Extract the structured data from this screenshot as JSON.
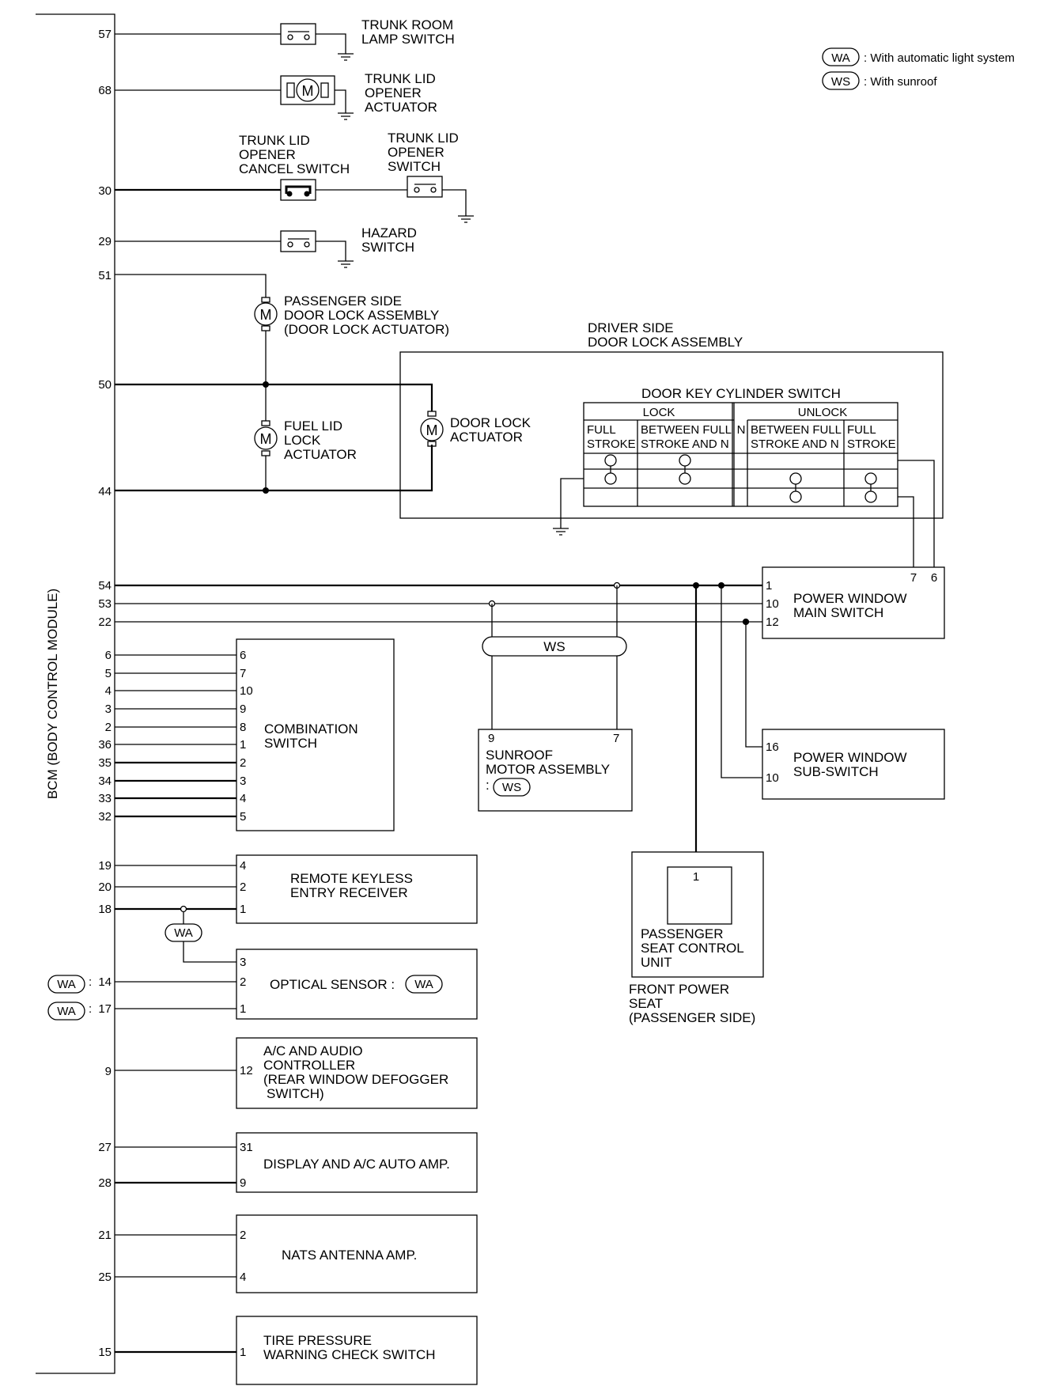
{
  "legend": {
    "wa_tag": "WA",
    "wa_text": ": With automatic light system",
    "ws_tag": "WS",
    "ws_text": ": With sunroof"
  },
  "bcm": {
    "label": "BCM (BODY CONTROL MODULE)"
  },
  "tags": {
    "wa": "WA",
    "ws": "WS",
    "colon": ":"
  },
  "bcm_pins": {
    "p57": "57",
    "p68": "68",
    "p30": "30",
    "p29": "29",
    "p51": "51",
    "p50": "50",
    "p44": "44",
    "p54": "54",
    "p53": "53",
    "p22": "22",
    "p6": "6",
    "p5": "5",
    "p4": "4",
    "p3": "3",
    "p2": "2",
    "p36": "36",
    "p35": "35",
    "p34": "34",
    "p33": "33",
    "p32": "32",
    "p19": "19",
    "p20": "20",
    "p18": "18",
    "p14": "14",
    "p17": "17",
    "p9": "9",
    "p27": "27",
    "p28": "28",
    "p21": "21",
    "p25": "25",
    "p15": "15"
  },
  "components": {
    "trunk_room_lamp_switch": [
      "TRUNK ROOM",
      "LAMP SWITCH"
    ],
    "trunk_lid_opener_actuator": [
      "TRUNK LID",
      "OPENER",
      "ACTUATOR"
    ],
    "trunk_lid_opener_cancel_switch": [
      "TRUNK LID",
      "OPENER",
      "CANCEL SWITCH"
    ],
    "trunk_lid_opener_switch": [
      "TRUNK LID",
      "OPENER",
      "SWITCH"
    ],
    "hazard_switch": [
      "HAZARD",
      "SWITCH"
    ],
    "passenger_door_lock": [
      "PASSENGER SIDE",
      "DOOR LOCK ASSEMBLY",
      "(DOOR LOCK ACTUATOR)"
    ],
    "fuel_lid_lock_actuator": [
      "FUEL LID",
      "LOCK",
      "ACTUATOR"
    ],
    "driver_door_lock_assembly": [
      "DRIVER SIDE",
      "DOOR LOCK ASSEMBLY"
    ],
    "door_lock_actuator": [
      "DOOR LOCK",
      "ACTUATOR"
    ],
    "door_key_cylinder_switch": {
      "title": "DOOR KEY CYLINDER SWITCH",
      "lock": "LOCK",
      "unlock": "UNLOCK",
      "n": "N",
      "full": "FULL",
      "stroke": "STROKE",
      "between_full": "BETWEEN FULL",
      "stroke_and_n": "STROKE AND N"
    },
    "power_window_main_switch": {
      "label": [
        "POWER WINDOW",
        "MAIN SWITCH"
      ],
      "pins": [
        "1",
        "10",
        "12",
        "7",
        "6"
      ]
    },
    "combination_switch": {
      "label": [
        "COMBINATION",
        "SWITCH"
      ],
      "pins": [
        "6",
        "7",
        "10",
        "9",
        "8",
        "1",
        "2",
        "3",
        "4",
        "5"
      ]
    },
    "sunroof_motor_assembly": {
      "label": [
        "SUNROOF",
        "MOTOR ASSEMBLY"
      ],
      "pins": [
        "9",
        "7"
      ]
    },
    "power_window_sub_switch": {
      "label": [
        "POWER WINDOW",
        "SUB-SWITCH"
      ],
      "pins": [
        "16",
        "10"
      ]
    },
    "remote_keyless_entry_receiver": {
      "label": [
        "REMOTE KEYLESS",
        "ENTRY RECEIVER"
      ],
      "pins": [
        "4",
        "2",
        "1"
      ]
    },
    "optical_sensor": {
      "label": "OPTICAL SENSOR :",
      "pins": [
        "3",
        "2",
        "1"
      ]
    },
    "passenger_seat_control_unit": {
      "label": [
        "PASSENGER",
        "SEAT CONTROL",
        "UNIT"
      ],
      "pin": "1"
    },
    "front_power_seat": [
      "FRONT POWER",
      "SEAT",
      "(PASSENGER SIDE)"
    ],
    "ac_audio_controller": {
      "label": [
        "A/C AND AUDIO",
        "CONTROLLER",
        "(REAR WINDOW DEFOGGER",
        "SWITCH)"
      ],
      "pin": "12"
    },
    "display_ac_auto_amp": {
      "label": "DISPLAY AND A/C AUTO AMP.",
      "pins": [
        "31",
        "9"
      ]
    },
    "nats_antenna_amp": {
      "label": "NATS ANTENNA AMP.",
      "pins": [
        "2",
        "4"
      ]
    },
    "tire_pressure_switch": {
      "label": [
        "TIRE PRESSURE",
        "WARNING CHECK SWITCH"
      ],
      "pin": "1"
    }
  },
  "icons": {
    "motor": "M",
    "switch_symbol": "switch-icon",
    "ground_symbol": "ground-icon"
  }
}
